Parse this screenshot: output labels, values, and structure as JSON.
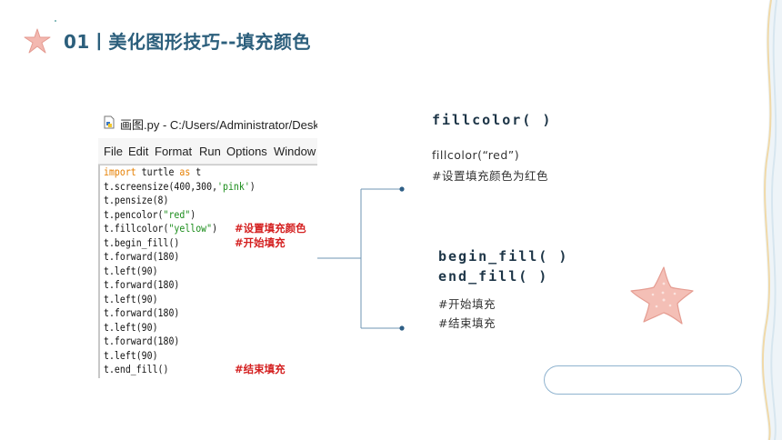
{
  "slide": {
    "title": "01丨美化图形技巧--填充颜色"
  },
  "idle": {
    "window_title": "画图.py - C:/Users/Administrator/Desktop/画",
    "menu": [
      "File",
      "Edit",
      "Format",
      "Run",
      "Options",
      "Window"
    ],
    "code": [
      {
        "kw": "import",
        "rest": " turtle ",
        "kw2": "as",
        "rest2": " t"
      },
      {
        "pre": "t.screensize(400,300,",
        "str": "'pink'",
        "post": ")"
      },
      {
        "pre": "t.pensize(8)"
      },
      {
        "pre": "t.pencolor(",
        "str": "\"red\"",
        "post": ")"
      },
      {
        "pre": "t.fillcolor(",
        "str": "\"yellow\"",
        "post": ")",
        "comment": "#设置填充颜色"
      },
      {
        "pre": "t.begin_fill()",
        "comment": "#开始填充"
      },
      {
        "pre": "t.forward(180)"
      },
      {
        "pre": "t.left(90)"
      },
      {
        "pre": "t.forward(180)"
      },
      {
        "pre": "t.left(90)"
      },
      {
        "pre": "t.forward(180)"
      },
      {
        "pre": "t.left(90)"
      },
      {
        "pre": "t.forward(180)"
      },
      {
        "pre": "t.left(90)"
      },
      {
        "pre": "t.end_fill()",
        "comment": "#结束填充"
      }
    ]
  },
  "notes": {
    "fill_heading": "fillcolor( )",
    "fill_code": "fillcolor(“red”)",
    "fill_desc": "#设置填充颜色为红色",
    "begin_heading": "begin_fill( )",
    "end_heading": "end_fill( )",
    "begin_desc": "#开始填充",
    "end_desc": "#结束填充"
  },
  "colors": {
    "title": "#2c5f7c",
    "accent_line": "#6f96b3",
    "star": "#f3b8b0",
    "pill_border": "#8fb3cf"
  },
  "icons": [
    "starfish-icon",
    "python-file-icon"
  ]
}
